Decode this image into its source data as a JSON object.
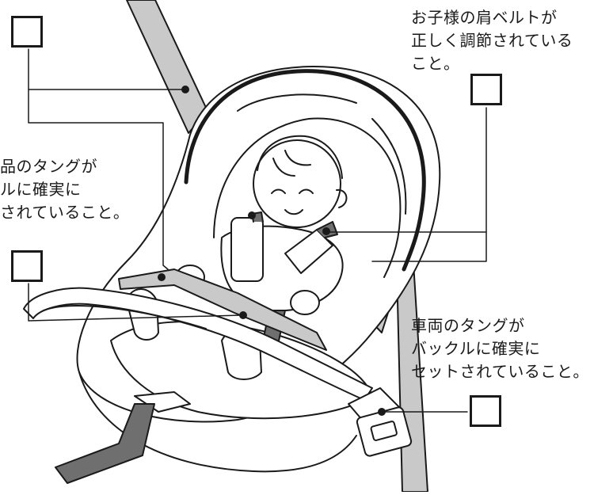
{
  "labels": {
    "shoulder_belt": {
      "line1": "お子様の肩ベルトが",
      "line2": "正しく調節されている",
      "line3": "こと。"
    },
    "seat_tongue": {
      "line1": "品のタングが",
      "line2": "ルに確実に",
      "line3": "されていること。"
    },
    "vehicle_tongue": {
      "line1": "車両のタングが",
      "line2": "バックルに確実に",
      "line3": "セットされていること。"
    }
  },
  "colors": {
    "line": "#1a1a1a",
    "belt": "#c9c9c9",
    "belt_dark": "#6f6f6f",
    "seat": "#ffffff"
  }
}
